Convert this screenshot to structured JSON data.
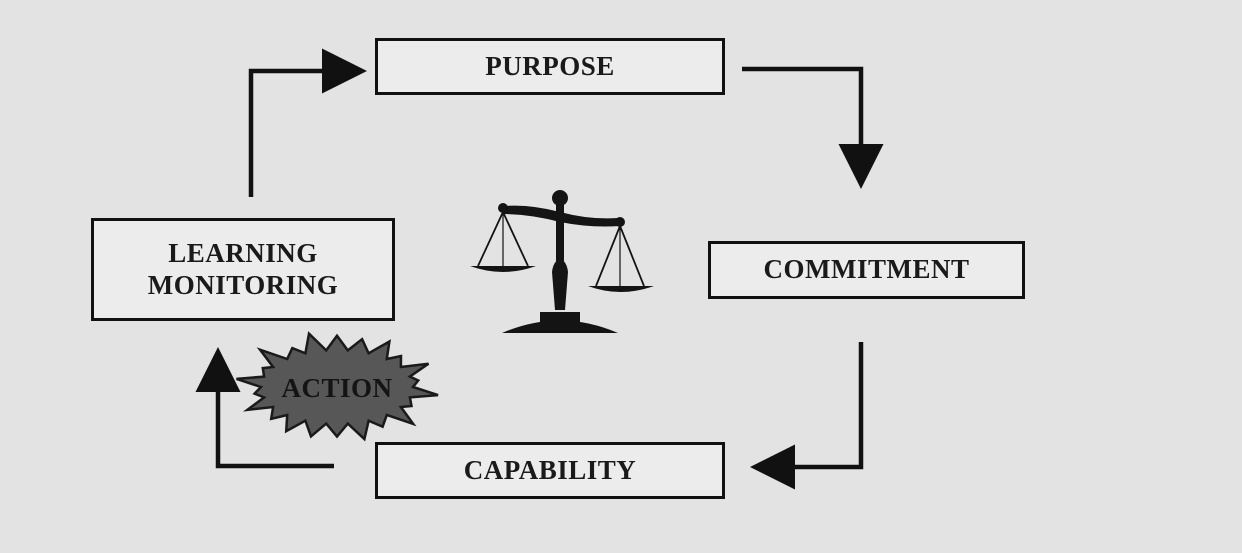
{
  "diagram": {
    "purpose": "PURPOSE",
    "commitment": "COMMITMENT",
    "capability": "CAPABILITY",
    "learning_line1": "LEARNING",
    "learning_line2": "MONITORING",
    "action": "ACTION"
  },
  "colors": {
    "background": "#e3e3e3",
    "box_border": "#111111",
    "burst_fill": "#555555",
    "arrow": "#111111"
  },
  "icons": [
    "balance-scale-icon",
    "starburst-shape"
  ]
}
